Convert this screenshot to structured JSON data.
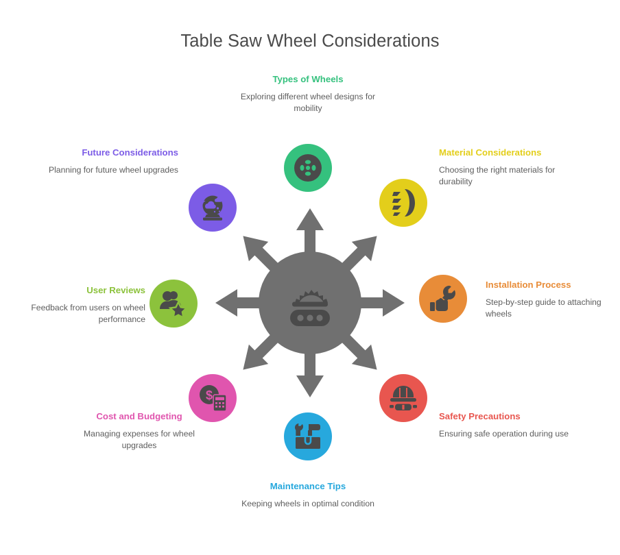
{
  "header": {
    "title": "Table Saw Wheel Considerations"
  },
  "center": {
    "icon_name": "table-saw-icon",
    "color": "#707070"
  },
  "nodes": [
    {
      "id": "types-of-wheels",
      "label": "Types of Wheels",
      "description": "Exploring different wheel designs for mobility",
      "color": "#35c17e",
      "icon_name": "wheel-icon",
      "position": "top"
    },
    {
      "id": "material-considerations",
      "label": "Material Considerations",
      "description": "Choosing the right materials for durability",
      "color": "#e3ce1b",
      "icon_name": "tire-tread-icon",
      "position": "top-right"
    },
    {
      "id": "installation-process",
      "label": "Installation Process",
      "description": "Step-by-step guide to attaching wheels",
      "color": "#e88c38",
      "icon_name": "hand-wrench-icon",
      "position": "right"
    },
    {
      "id": "safety-precautions",
      "label": "Safety Precautions",
      "description": "Ensuring safe operation during use",
      "color": "#e8564f",
      "icon_name": "safety-helmet-icon",
      "position": "bottom-right"
    },
    {
      "id": "maintenance-tips",
      "label": "Maintenance Tips",
      "description": "Keeping wheels in optimal condition",
      "color": "#27a8dd",
      "icon_name": "toolbox-icon",
      "position": "bottom"
    },
    {
      "id": "cost-and-budgeting",
      "label": "Cost and Budgeting",
      "description": "Managing expenses for wheel upgrades",
      "color": "#e055ae",
      "icon_name": "money-calculator-icon",
      "position": "bottom-left"
    },
    {
      "id": "user-reviews",
      "label": "User Reviews",
      "description": "Feedback from users on wheel performance",
      "color": "#8cc23c",
      "icon_name": "users-star-icon",
      "position": "left"
    },
    {
      "id": "future-considerations",
      "label": "Future Considerations",
      "description": "Planning for future wheel upgrades",
      "color": "#7c5ce6",
      "icon_name": "crystal-ball-icon",
      "position": "top-left"
    }
  ]
}
